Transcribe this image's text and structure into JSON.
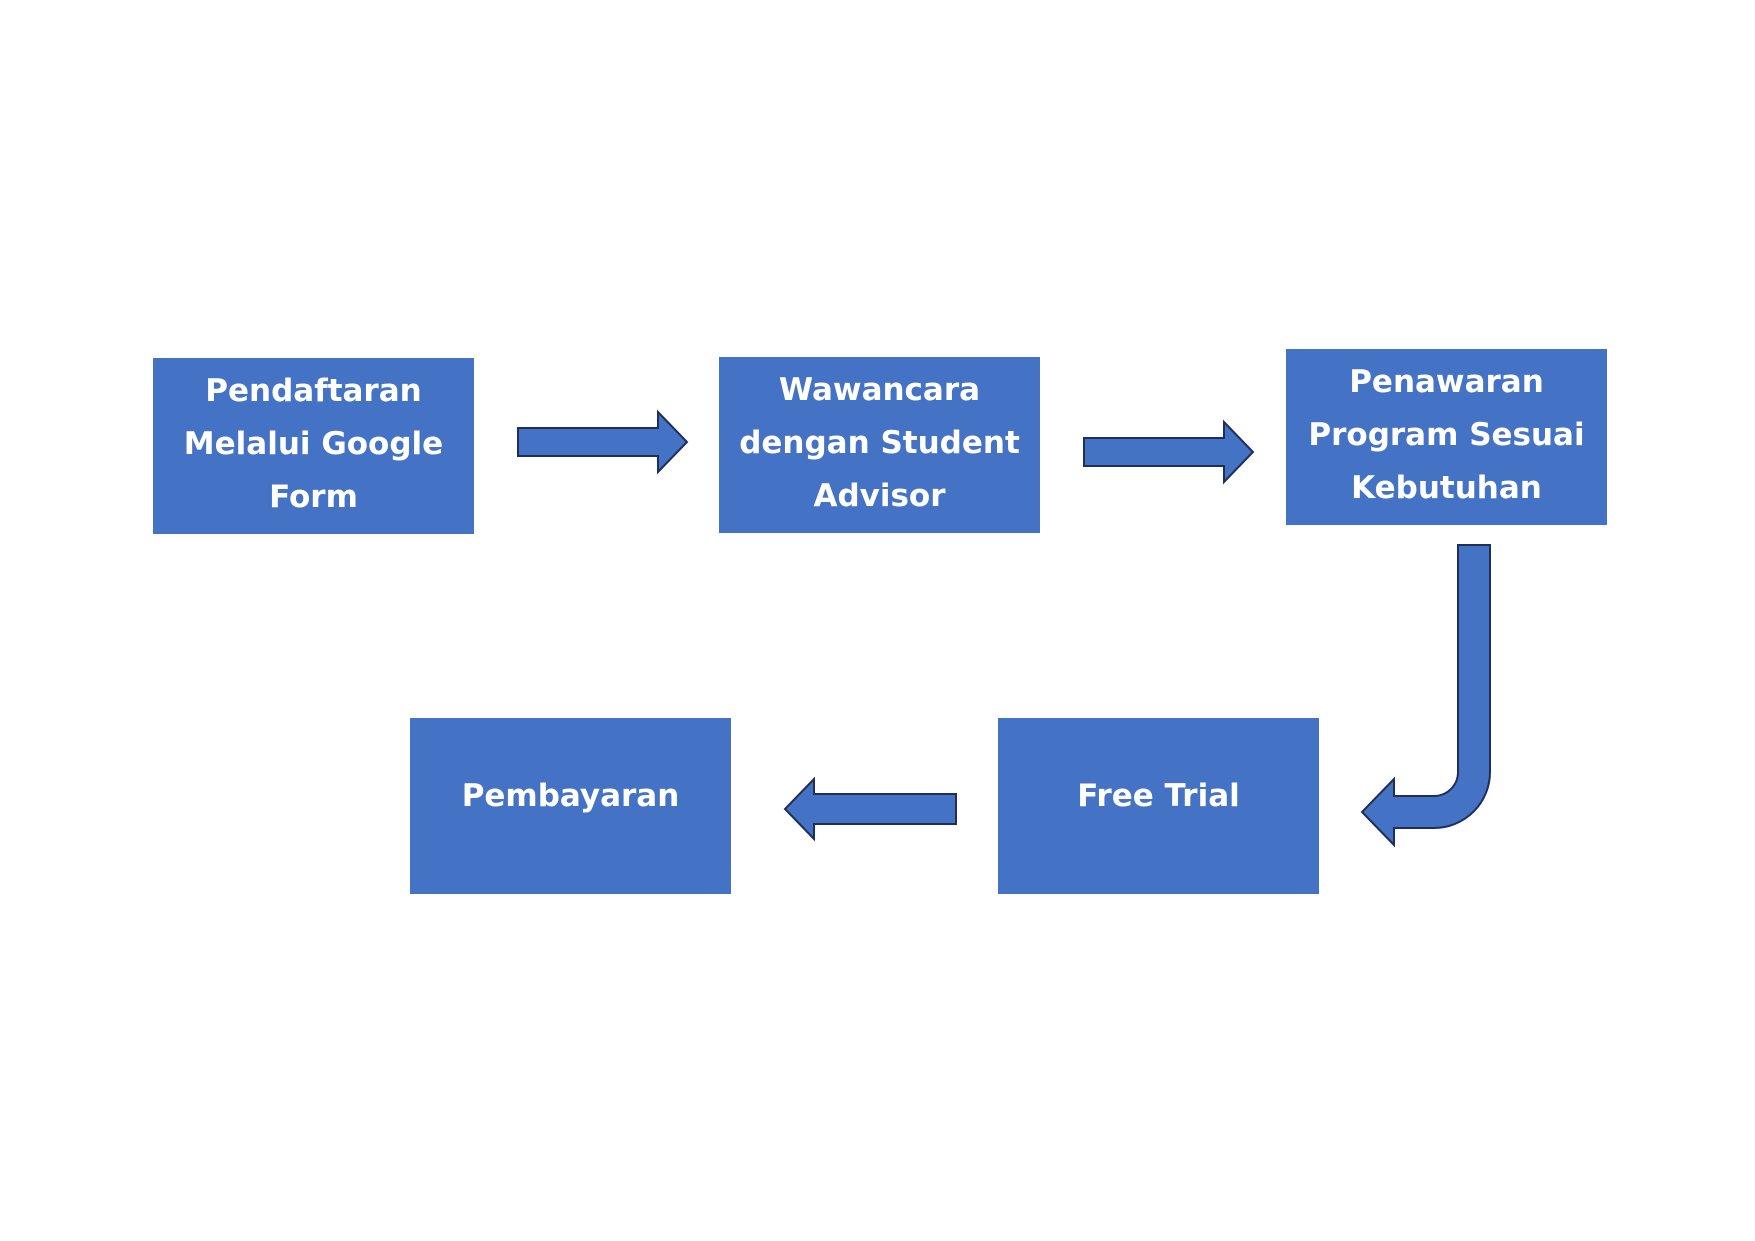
{
  "steps": {
    "step1": {
      "lines": [
        "Pendaftaran",
        "Melalui Google",
        "Form"
      ]
    },
    "step2": {
      "lines": [
        "Wawancara",
        "dengan Student",
        "Advisor"
      ]
    },
    "step3": {
      "lines": [
        "Penawaran",
        "Program Sesuai",
        "Kebutuhan"
      ]
    },
    "step4": {
      "label": "Free Trial"
    },
    "step5": {
      "label": "Pembayaran"
    }
  },
  "colors": {
    "box_fill": "#4472c4",
    "arrow_fill": "#4472c4",
    "arrow_outline": "#1f2f57",
    "text": "#ffffff",
    "background": "#ffffff"
  }
}
